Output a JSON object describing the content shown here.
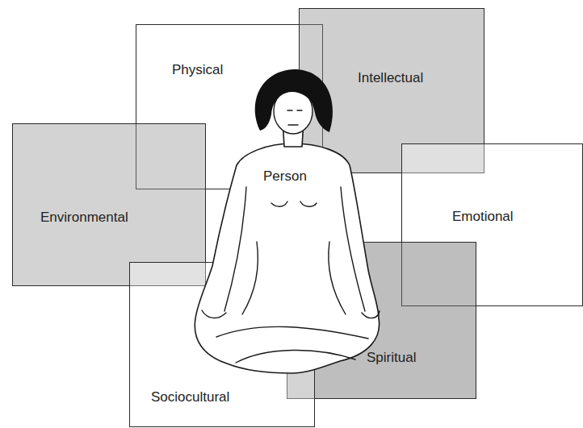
{
  "diagram": {
    "nodes": [
      {
        "text": [
          "Physical"
        ]
      },
      {
        "text": [
          "Intellectual"
        ]
      },
      {
        "text": [
          "Environmental"
        ]
      },
      {
        "text": [
          "Emotional"
        ]
      },
      {
        "text": [
          "Spiritual"
        ]
      },
      {
        "text": [
          "Sociocultural"
        ]
      }
    ],
    "labels": [
      "Person"
    ]
  }
}
